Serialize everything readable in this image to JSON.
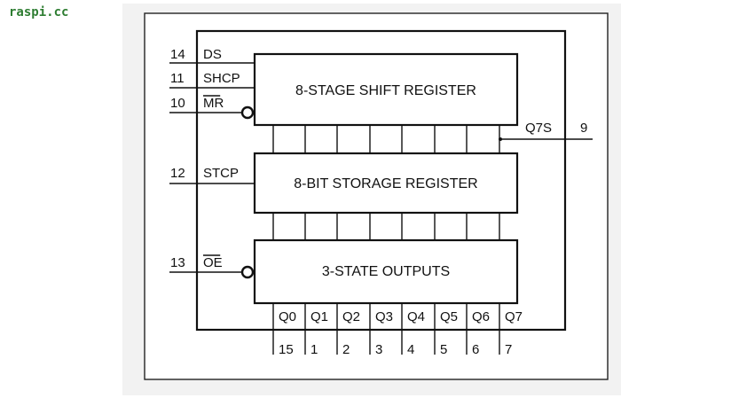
{
  "watermark": "raspi.cc",
  "colors": {
    "watermark": "#2e7d32",
    "line": "#111111",
    "background": "#f2f2f2"
  },
  "blocks": {
    "shift_register": "8-STAGE SHIFT REGISTER",
    "storage_register": "8-BIT STORAGE REGISTER",
    "outputs": "3-STATE OUTPUTS"
  },
  "input_pins": [
    {
      "number": "14",
      "name": "DS"
    },
    {
      "number": "11",
      "name": "SHCP"
    },
    {
      "number": "10",
      "name": "MR"
    },
    {
      "number": "12",
      "name": "STCP"
    },
    {
      "number": "13",
      "name": "OE"
    }
  ],
  "serial_out": {
    "name": "Q7S",
    "number": "9"
  },
  "outputs": [
    {
      "name": "Q0",
      "number": "15"
    },
    {
      "name": "Q1",
      "number": "1"
    },
    {
      "name": "Q2",
      "number": "2"
    },
    {
      "name": "Q3",
      "number": "3"
    },
    {
      "name": "Q4",
      "number": "4"
    },
    {
      "name": "Q5",
      "number": "5"
    },
    {
      "name": "Q6",
      "number": "6"
    },
    {
      "name": "Q7",
      "number": "7"
    }
  ]
}
